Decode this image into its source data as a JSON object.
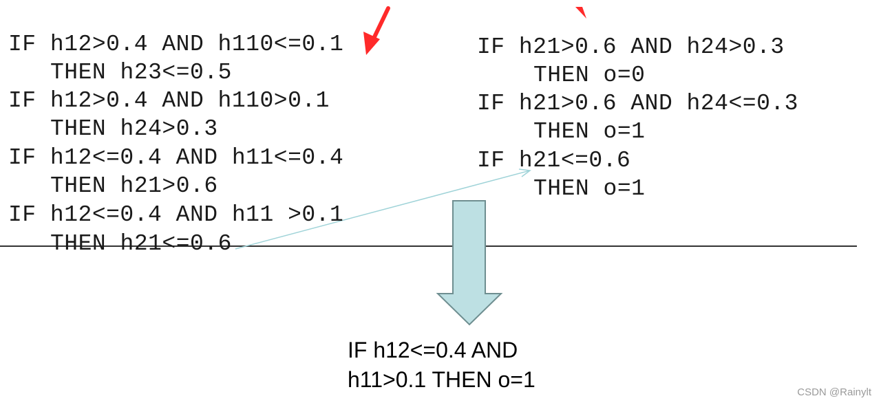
{
  "left_rules": [
    {
      "if": "IF h12>0.4 AND h110<=0.1",
      "then": "THEN h23<=0.5"
    },
    {
      "if": "IF h12>0.4 AND h110>0.1",
      "then": "THEN h24>0.3"
    },
    {
      "if": "IF h12<=0.4 AND h11<=0.4",
      "then": "THEN h21>0.6"
    },
    {
      "if": "IF h12<=0.4 AND h11 >0.1",
      "then": "THEN h21<=0.6"
    }
  ],
  "right_rules": [
    {
      "if": "IF h21>0.6 AND h24>0.3",
      "then": "THEN o=0"
    },
    {
      "if": "IF h21>0.6 AND h24<=0.3",
      "then": "THEN o=1"
    },
    {
      "if": "IF h21<=0.6",
      "then": "THEN o=1"
    }
  ],
  "result": {
    "line1": "IF h12<=0.4 AND",
    "line2": "h11>0.1 THEN o=1"
  },
  "watermark": "CSDN @Rainylt",
  "colors": {
    "red_arrow": "#ff2a2a",
    "down_arrow_fill": "#bde0e3",
    "down_arrow_stroke": "#6e8e90",
    "connector": "#9fd3d8",
    "divider": "#333333"
  }
}
